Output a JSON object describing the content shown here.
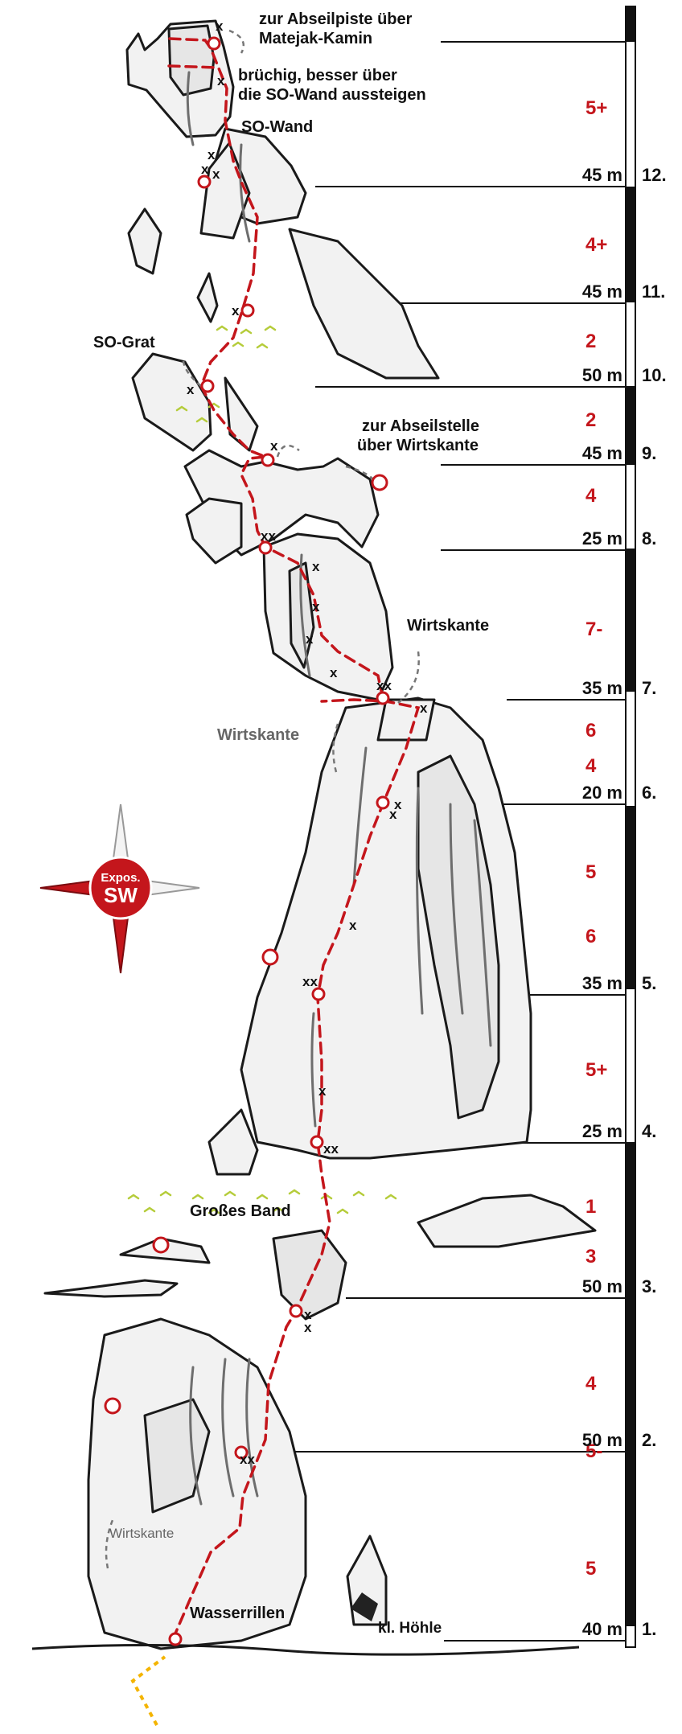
{
  "annotations": {
    "abseil_matejak": "zur Abseilpiste über\nMatejak-Kamin",
    "bruechig": "brüchig, besser über\ndie SO-Wand aussteigen",
    "so_wand": "SO-Wand",
    "so_grat": "SO-Grat",
    "abseil_wirtskante": "zur Abseilstelle\nüber Wirtskante",
    "wirtskante_right": "Wirtskante",
    "wirtskante_left": "Wirtskante",
    "grosses_band": "Großes Band",
    "wirtskante_bottom": "Wirtskante",
    "wasserrillen": "Wasserrillen",
    "kl_hoehle": "kl. Höhle"
  },
  "compass": {
    "label": "Expos.",
    "direction": "SW",
    "color": "#c4161c"
  },
  "grades": [
    "5+",
    "4+",
    "2",
    "2",
    "4",
    "7-",
    "6",
    "4",
    "5",
    "6",
    "5+",
    "1",
    "3",
    "4",
    "5-",
    "5"
  ],
  "pitches": [
    {
      "number": "12.",
      "length": "45 m"
    },
    {
      "number": "11.",
      "length": "45 m"
    },
    {
      "number": "10.",
      "length": "50 m"
    },
    {
      "number": "9.",
      "length": "45 m"
    },
    {
      "number": "8.",
      "length": "25 m"
    },
    {
      "number": "7.",
      "length": "35 m"
    },
    {
      "number": "6.",
      "length": "20 m"
    },
    {
      "number": "5.",
      "length": "35 m"
    },
    {
      "number": "4.",
      "length": "25 m"
    },
    {
      "number": "3.",
      "length": "50 m"
    },
    {
      "number": "2.",
      "length": "50 m"
    },
    {
      "number": "1.",
      "length": "40 m"
    }
  ],
  "colors": {
    "route": "#c4161c",
    "approach": "#f4b400",
    "grass": "#b5cc3a"
  }
}
